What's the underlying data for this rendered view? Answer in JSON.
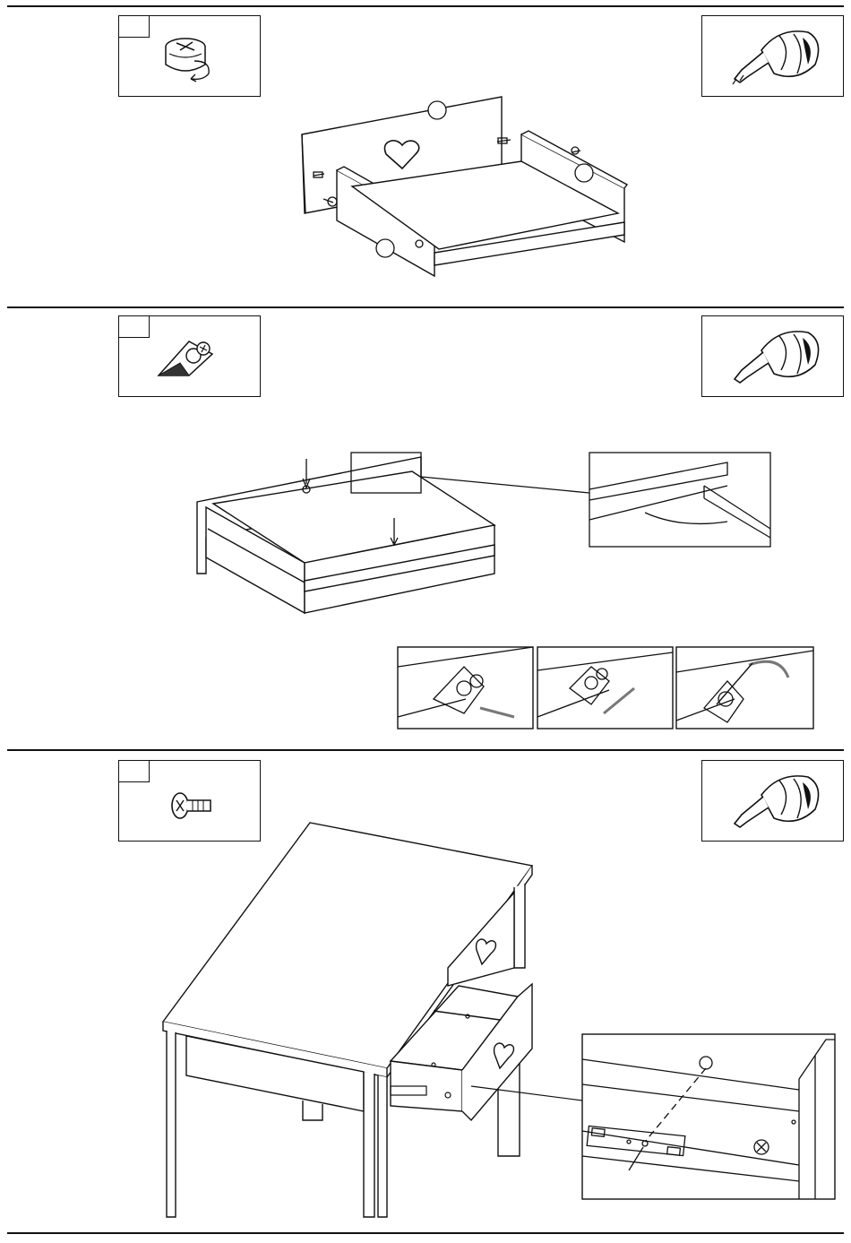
{
  "page": {
    "title": ""
  },
  "steps": [
    {
      "part": "cam-lock-fitting",
      "tool": "phillips-screwdriver"
    },
    {
      "part": "corner-bracket-screw",
      "tool": "phillips-screwdriver"
    },
    {
      "part": "pan-head-screw",
      "tool": "phillips-screwdriver"
    }
  ],
  "colors": {
    "line": "#111111",
    "background": "#ffffff",
    "arrow": "#777777"
  }
}
